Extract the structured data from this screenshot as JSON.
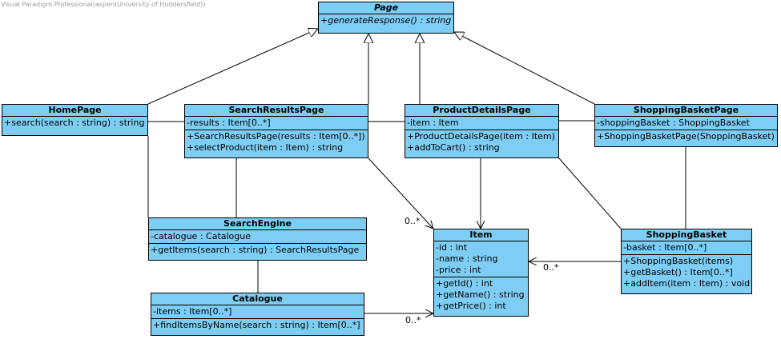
{
  "watermark": "Visual Paradigm Professional(aspen(University of Huddersfield))",
  "classes": {
    "page": {
      "name": "Page",
      "attributes": [],
      "operations": [
        "+generateResponse() : string"
      ]
    },
    "home_page": {
      "name": "HomePage",
      "attributes": [],
      "operations": [
        "+search(search : string) : string"
      ]
    },
    "search_results_page": {
      "name": "SearchResultsPage",
      "attributes": [
        "-results : Item[0..*]"
      ],
      "operations": [
        "+SearchResultsPage(results : Item[0..*])",
        "+selectProduct(item : Item) : string"
      ]
    },
    "product_details_page": {
      "name": "ProductDetailsPage",
      "attributes": [
        "-item : Item"
      ],
      "operations": [
        "+ProductDetailsPage(item : Item)",
        "+addToCart() : string"
      ]
    },
    "shopping_basket_page": {
      "name": "ShoppingBasketPage",
      "attributes": [
        "-shoppingBasket : ShoppingBasket"
      ],
      "operations": [
        "+ShoppingBasketPage(ShoppingBasket)"
      ]
    },
    "search_engine": {
      "name": "SearchEngine",
      "attributes": [
        "-catalogue : Catalogue"
      ],
      "operations": [
        "+getItems(search : string) : SearchResultsPage"
      ]
    },
    "catalogue": {
      "name": "Catalogue",
      "attributes": [
        "-items : Item[0..*]"
      ],
      "operations": [
        "+findItemsByName(search : string) : Item[0..*]"
      ]
    },
    "item": {
      "name": "Item",
      "attributes": [
        "-id : int",
        "-name : string",
        "-price : int"
      ],
      "operations": [
        "+getId() : int",
        "+getName() : string",
        "+getPrice() : int"
      ]
    },
    "shopping_basket": {
      "name": "ShoppingBasket",
      "attributes": [
        "-basket : Item[0..*]"
      ],
      "operations": [
        "+ShoppingBasket(items)",
        "+getBasket() : Item[0..*]",
        "+addItem(item : Item) : void"
      ]
    }
  },
  "multiplicities": {
    "search_results_to_item": "0..*",
    "basket_to_item": "0..*",
    "catalogue_to_item": "0..*"
  },
  "colors": {
    "class_fill": "#7dcdf4",
    "line": "#000000",
    "watermark": "#9a9a9a"
  }
}
